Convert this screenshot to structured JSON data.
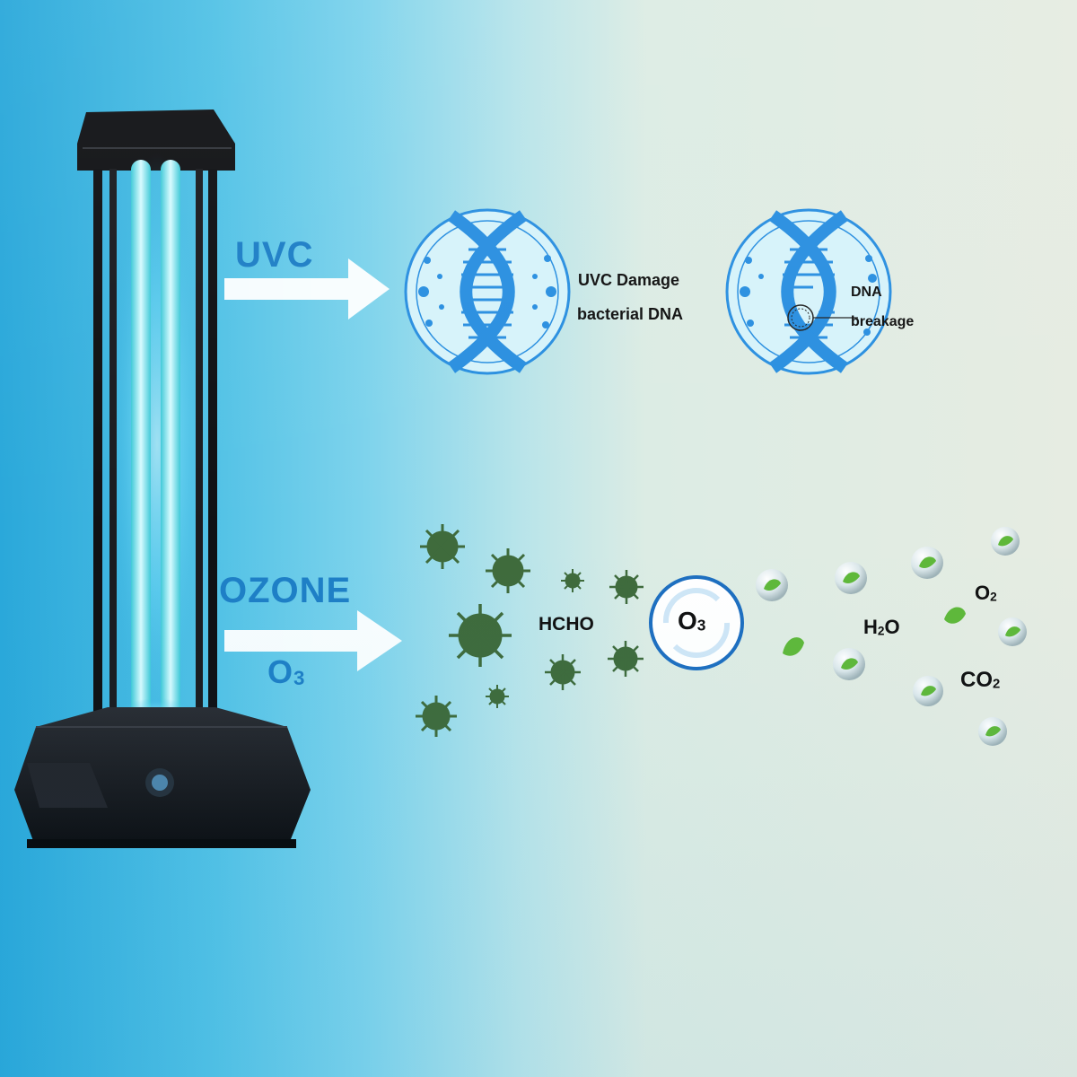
{
  "uvc": {
    "title": "UVC",
    "damage_line1": "UVC Damage",
    "damage_line2": "bacterial DNA",
    "dna_line1": "DNA",
    "dna_line2": "breakage"
  },
  "ozone": {
    "title": "OZONE",
    "o3_label_base": "O",
    "o3_label_sub": "3",
    "hcho": "HCHO",
    "o3_circle_base": "O",
    "o3_circle_sub": "3",
    "h2o_a": "H",
    "h2o_sub": "2",
    "h2o_b": "O",
    "o2_base": "O",
    "o2_sub": "2",
    "co2_base": "CO",
    "co2_sub": "2"
  },
  "colors": {
    "label_blue": "#1e7fc6",
    "dna_blue": "#2a8fe0",
    "virus_green": "#3f6b3c",
    "uv_tube": "#8ff0ff"
  },
  "icons": [
    "uv-lamp-icon",
    "arrow-right-icon",
    "dna-circle-icon",
    "virus-icon",
    "o3-circle-icon",
    "water-droplet-icon",
    "leaf-icon"
  ]
}
